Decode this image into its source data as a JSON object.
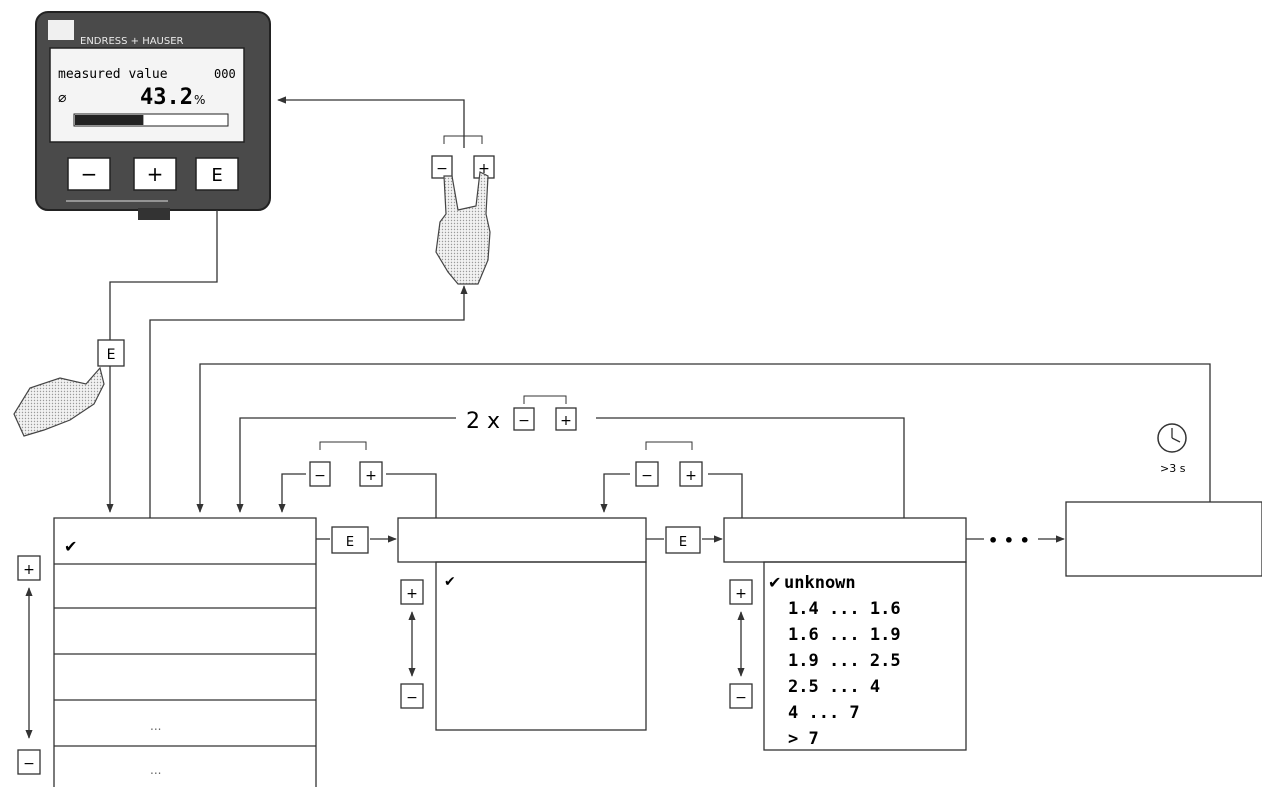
{
  "device": {
    "brand": "ENDRESS + HAUSER",
    "display_label": "measured value",
    "display_code": "000",
    "display_value": "43.2",
    "display_unit": "%",
    "bargraph_level": 0.45,
    "key_minus": "−",
    "key_plus": "+",
    "key_e": "E"
  },
  "keys": {
    "minus": "−",
    "plus": "+",
    "e": "E",
    "two_times": "2 x"
  },
  "timeout": {
    "label": ">3 s"
  },
  "menus": {
    "list1": {
      "selected_mark": "✔",
      "more_1": "...",
      "more_2": "..."
    },
    "list2": {
      "selected_mark": "✔"
    },
    "list3": {
      "selected_mark": "✔",
      "options": [
        "unknown",
        "1.4 ... 1.6",
        "1.6 ... 1.9",
        "1.9 ... 2.5",
        "2.5 ... 4",
        "4 ... 7",
        "> 7"
      ]
    },
    "ellipsis": "• • •"
  },
  "colors": {
    "line": "#333333",
    "device_body": "#4a4a4a",
    "display_bg": "#f4f4f4",
    "key_bg": "#ffffff",
    "hand_fill": "#e3e3e3"
  },
  "icons": [
    "hand-pointer-icon",
    "clock-icon",
    "arrow-icon",
    "checkmark-icon"
  ]
}
